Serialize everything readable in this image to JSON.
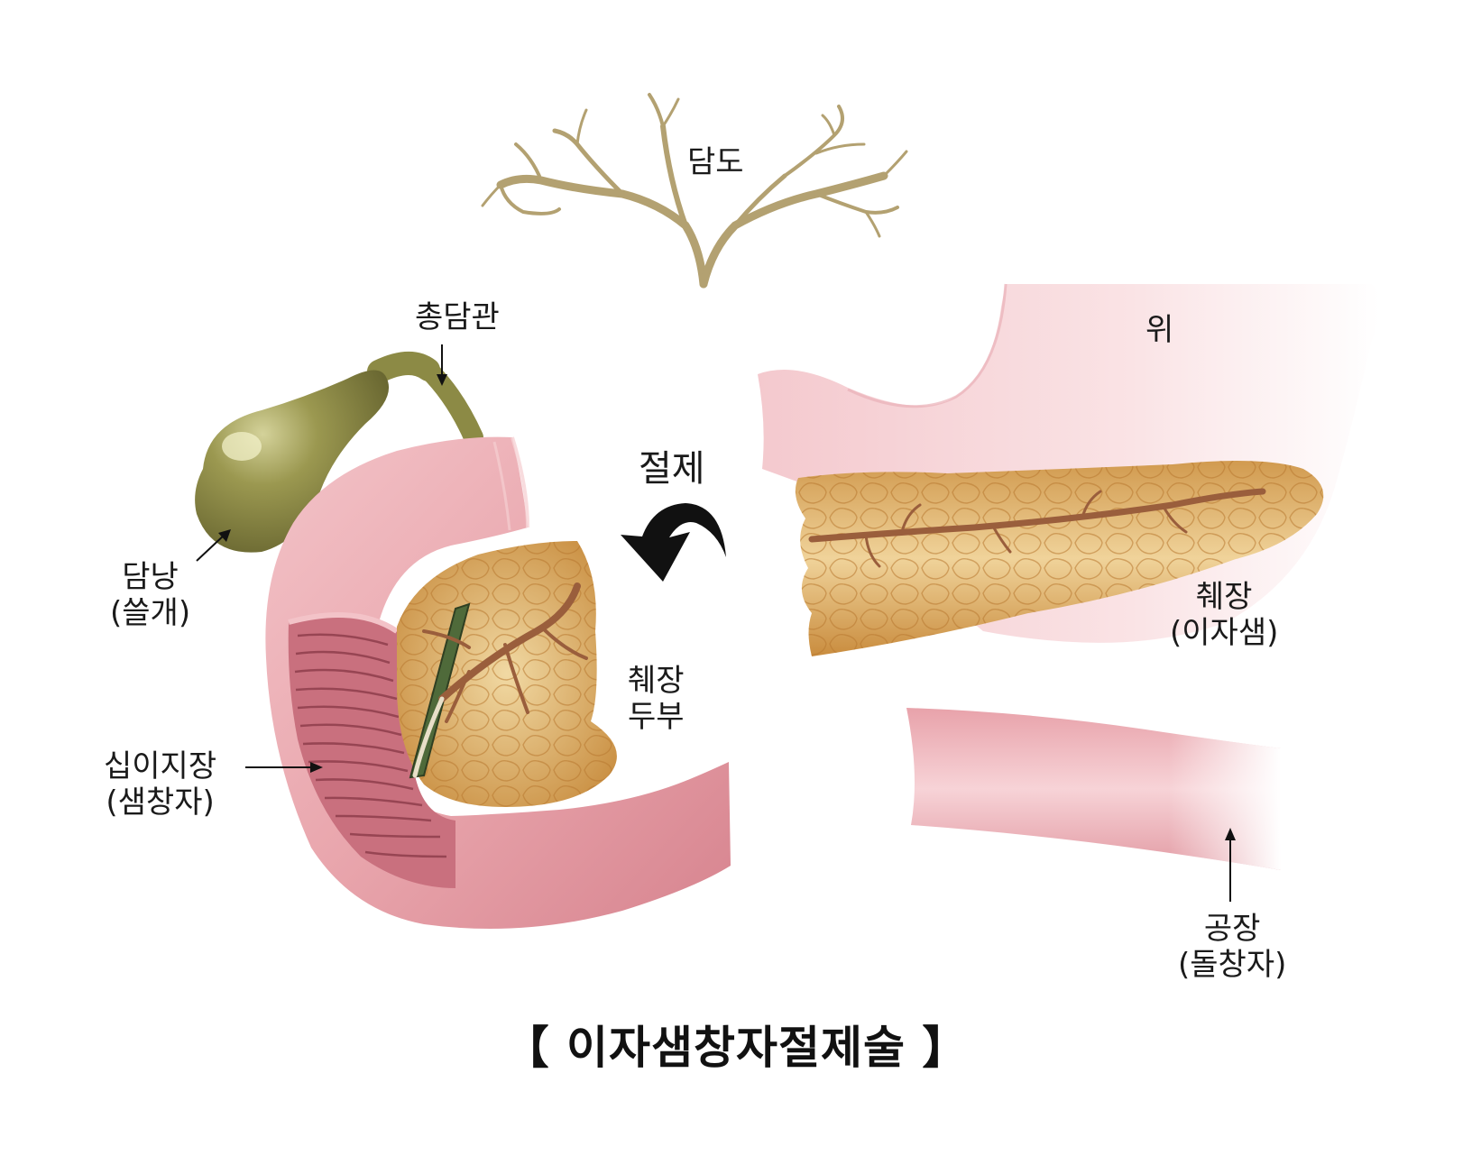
{
  "title": "【 이자샘창자절제술 】",
  "labels": {
    "bile_duct": "담도",
    "common_bile_duct": "총담관",
    "stomach": "위",
    "resection": "절제",
    "gallbladder": [
      "담낭",
      "(쓸개)"
    ],
    "pancreas_head": [
      "췌장",
      "두부"
    ],
    "pancreas": [
      "췌장",
      "(이자샘)"
    ],
    "duodenum": [
      "십이지장",
      "(샘창자)"
    ],
    "jejunum": [
      "공장",
      "(돌창자)"
    ]
  },
  "colors": {
    "intestine": "#e9a6ad",
    "intestine_dark": "#c97683",
    "pancreas": "#d9a558",
    "pancreas_light": "#f1d9a3",
    "gallbladder": "#8c8a45",
    "bile_tree": "#b9a878",
    "stomach": "#f6d6da",
    "vessel": "#9a5e3c"
  }
}
